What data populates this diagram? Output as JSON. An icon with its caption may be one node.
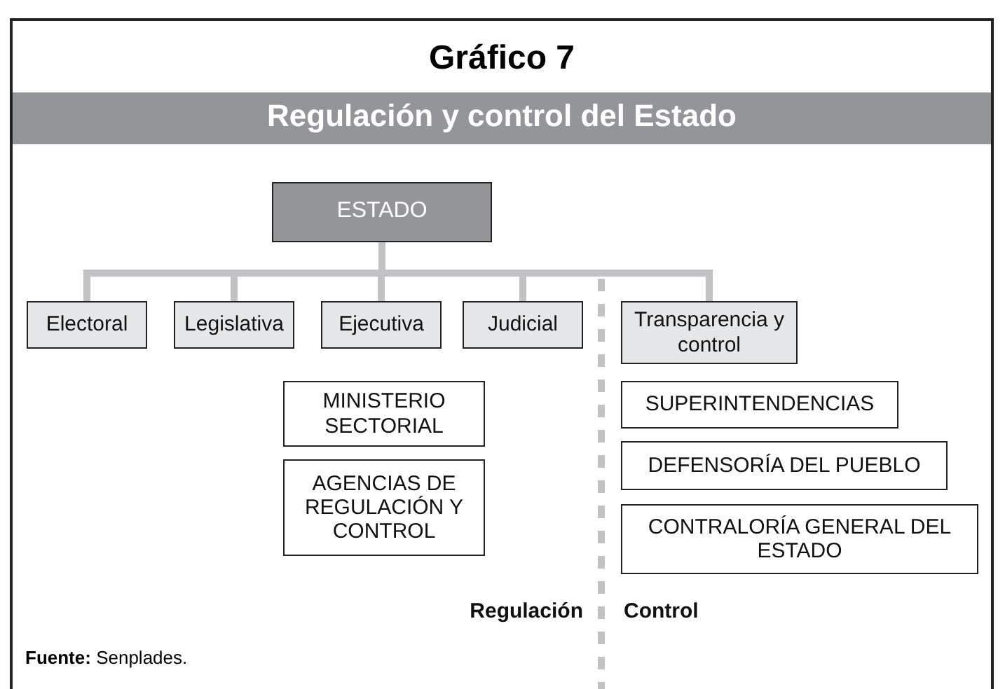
{
  "diagram": {
    "title": "Gráfico 7",
    "nodes": [
      {
        "text": [
          "ESTADO"
        ]
      },
      {
        "text": [
          "Electoral"
        ]
      },
      {
        "text": [
          "Legislativa"
        ]
      },
      {
        "text": [
          "Ejecutiva"
        ]
      },
      {
        "text": [
          "Judicial"
        ]
      },
      {
        "text": [
          "Transparencia y control"
        ]
      },
      {
        "text": [
          "MINISTERIO SECTORIAL"
        ]
      },
      {
        "text": [
          "AGENCIAS DE REGULACIÓN Y CONTROL"
        ]
      },
      {
        "text": [
          "SUPERINTENDENCIAS"
        ]
      },
      {
        "text": [
          "DEFENSORÍA DEL PUEBLO"
        ]
      },
      {
        "text": [
          "CONTRALORÍA GENERAL DEL ESTADO"
        ]
      }
    ],
    "edges": [
      {
        "from": 0,
        "to": 1,
        "arrow": "none"
      },
      {
        "from": 0,
        "to": 2,
        "arrow": "none"
      },
      {
        "from": 0,
        "to": 3,
        "arrow": "none"
      },
      {
        "from": 0,
        "to": 4,
        "arrow": "none"
      },
      {
        "from": 0,
        "to": 5,
        "arrow": "none"
      }
    ],
    "labels": [
      "Regulación y control del Estado",
      "Regulación",
      "Control"
    ],
    "caption": "**Fuente:** Senplades."
  }
}
